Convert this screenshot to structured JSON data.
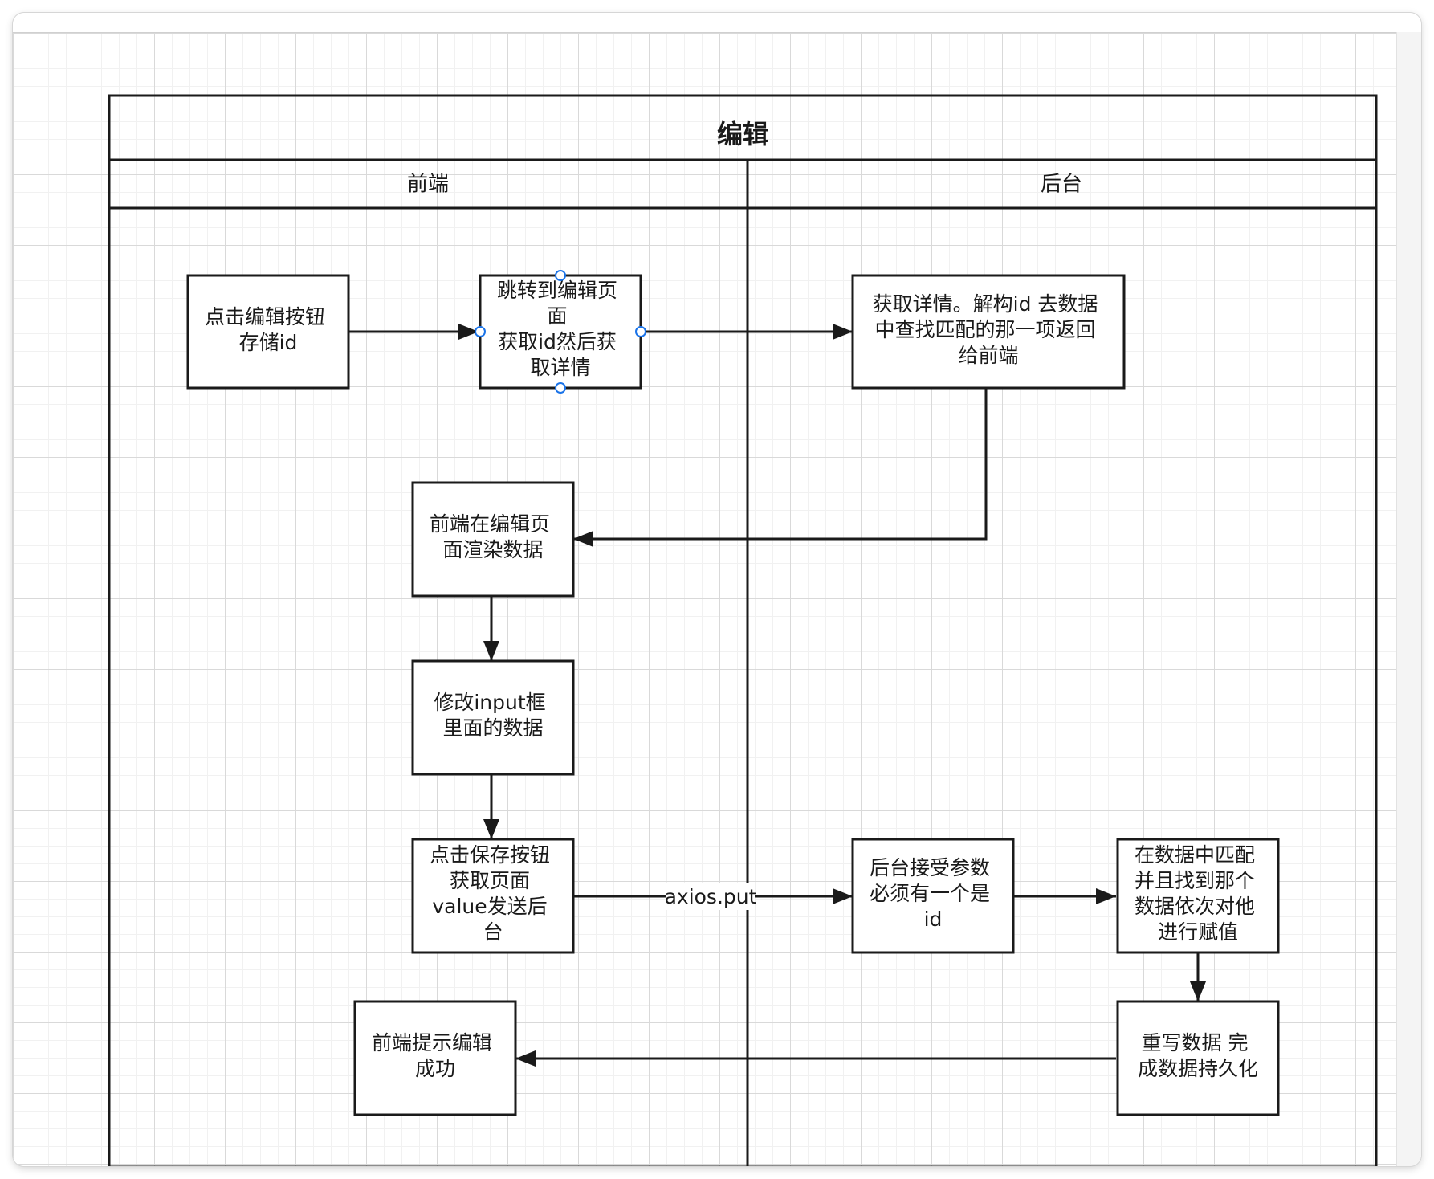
{
  "pool": {
    "title": "编辑"
  },
  "lanes": [
    {
      "id": "frontend",
      "title": "前端"
    },
    {
      "id": "backend",
      "title": "后台"
    }
  ],
  "nodes": [
    {
      "id": "n1",
      "lane": "frontend",
      "lines": [
        "点击编辑按钮",
        "存储id"
      ]
    },
    {
      "id": "n2",
      "lane": "frontend",
      "lines": [
        "跳转到编辑页",
        "面",
        "获取id然后获",
        "取详情"
      ],
      "selected": true
    },
    {
      "id": "n3",
      "lane": "backend",
      "lines": [
        "获取详情。解构id 去数据",
        "中查找匹配的那一项返回",
        "给前端"
      ]
    },
    {
      "id": "n4",
      "lane": "frontend",
      "lines": [
        "前端在编辑页",
        "面渲染数据"
      ]
    },
    {
      "id": "n5",
      "lane": "frontend",
      "lines": [
        "修改input框",
        "里面的数据"
      ]
    },
    {
      "id": "n6",
      "lane": "frontend",
      "lines": [
        "点击保存按钮",
        "获取页面",
        "value发送后",
        "台"
      ]
    },
    {
      "id": "n7",
      "lane": "backend",
      "lines": [
        "后台接受参数",
        "必须有一个是",
        "id"
      ]
    },
    {
      "id": "n8",
      "lane": "backend",
      "lines": [
        "在数据中匹配",
        "并且找到那个",
        "数据依次对他",
        "进行赋值"
      ]
    },
    {
      "id": "n9",
      "lane": "backend",
      "lines": [
        "重写数据 完",
        "成数据持久化"
      ]
    },
    {
      "id": "n10",
      "lane": "frontend",
      "lines": [
        "前端提示编辑",
        "成功"
      ]
    }
  ],
  "edges": [
    {
      "from": "n1",
      "to": "n2",
      "label": ""
    },
    {
      "from": "n2",
      "to": "n3",
      "label": ""
    },
    {
      "from": "n3",
      "to": "n4",
      "label": ""
    },
    {
      "from": "n4",
      "to": "n5",
      "label": ""
    },
    {
      "from": "n5",
      "to": "n6",
      "label": ""
    },
    {
      "from": "n6",
      "to": "n7",
      "label": "axios.put"
    },
    {
      "from": "n7",
      "to": "n8",
      "label": ""
    },
    {
      "from": "n8",
      "to": "n9",
      "label": ""
    },
    {
      "from": "n9",
      "to": "n10",
      "label": ""
    }
  ],
  "colors": {
    "stroke": "#1a1a1a",
    "selection_handle": "#1a73e8",
    "grid_major": "#d9d9d9",
    "grid_minor": "#f1f1f1"
  }
}
